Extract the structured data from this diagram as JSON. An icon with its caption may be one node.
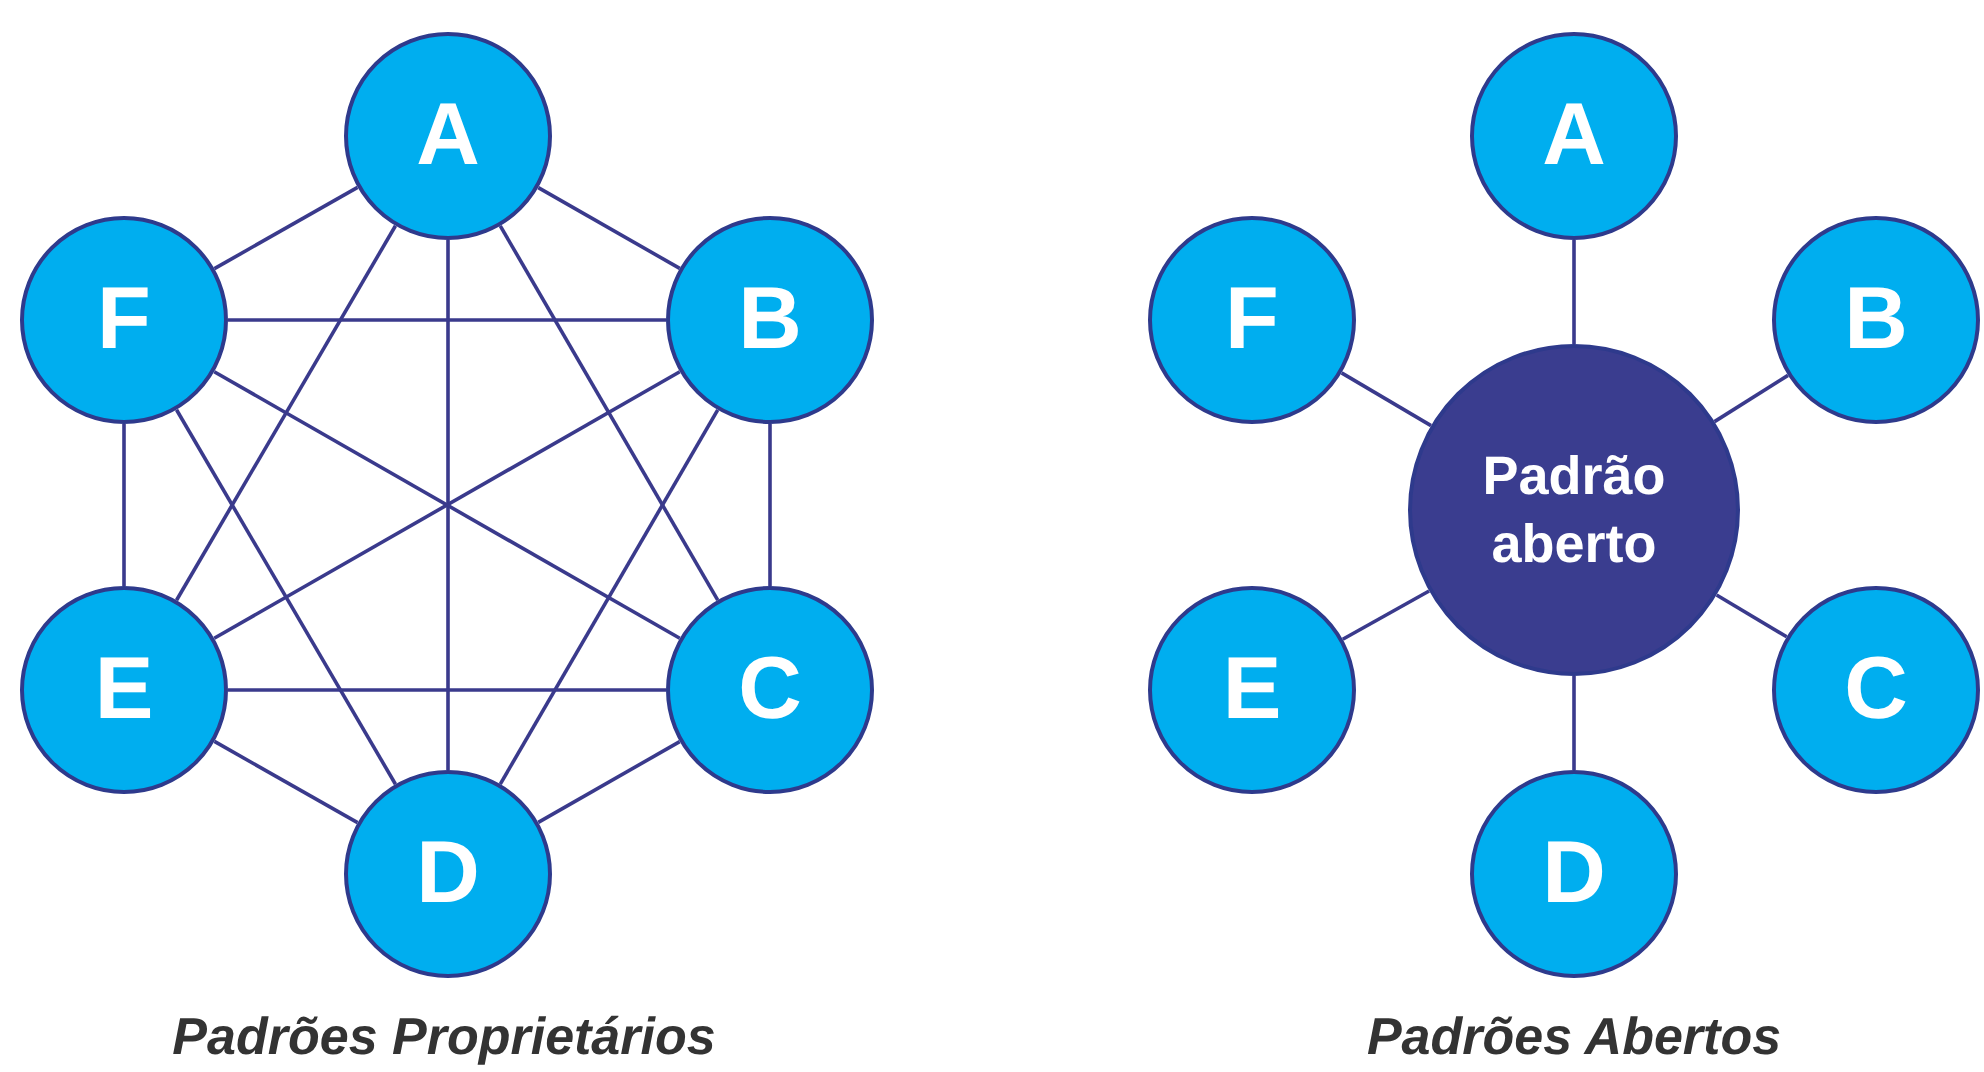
{
  "diagram": {
    "nodes": [
      {
        "text": [
          "A"
        ]
      },
      {
        "text": [
          "B"
        ]
      },
      {
        "text": [
          "C"
        ]
      },
      {
        "text": [
          "D"
        ]
      },
      {
        "text": [
          "E"
        ]
      },
      {
        "text": [
          "F"
        ]
      },
      {
        "text": [
          "A"
        ]
      },
      {
        "text": [
          "B"
        ]
      },
      {
        "text": [
          "C"
        ]
      },
      {
        "text": [
          "D"
        ]
      },
      {
        "text": [
          "E"
        ]
      },
      {
        "text": [
          "F"
        ]
      },
      {
        "text": [
          "Padrão aberto"
        ]
      }
    ],
    "edges": [
      {
        "from": 0,
        "to": 1,
        "arrow": "none"
      },
      {
        "from": 0,
        "to": 2,
        "arrow": "none"
      },
      {
        "from": 0,
        "to": 3,
        "arrow": "none"
      },
      {
        "from": 0,
        "to": 4,
        "arrow": "none"
      },
      {
        "from": 0,
        "to": 5,
        "arrow": "none"
      },
      {
        "from": 1,
        "to": 2,
        "arrow": "none"
      },
      {
        "from": 1,
        "to": 3,
        "arrow": "none"
      },
      {
        "from": 1,
        "to": 4,
        "arrow": "none"
      },
      {
        "from": 1,
        "to": 5,
        "arrow": "none"
      },
      {
        "from": 2,
        "to": 3,
        "arrow": "none"
      },
      {
        "from": 2,
        "to": 4,
        "arrow": "none"
      },
      {
        "from": 2,
        "to": 5,
        "arrow": "none"
      },
      {
        "from": 3,
        "to": 4,
        "arrow": "none"
      },
      {
        "from": 3,
        "to": 5,
        "arrow": "none"
      },
      {
        "from": 4,
        "to": 5,
        "arrow": "none"
      },
      {
        "from": 12,
        "to": 6,
        "arrow": "none"
      },
      {
        "from": 12,
        "to": 7,
        "arrow": "none"
      },
      {
        "from": 12,
        "to": 8,
        "arrow": "none"
      },
      {
        "from": 12,
        "to": 9,
        "arrow": "none"
      },
      {
        "from": 12,
        "to": 10,
        "arrow": "none"
      },
      {
        "from": 12,
        "to": 11,
        "arrow": "none"
      }
    ],
    "labels": [
      "Padrões Proprietários",
      "Padrões Abertos"
    ]
  }
}
